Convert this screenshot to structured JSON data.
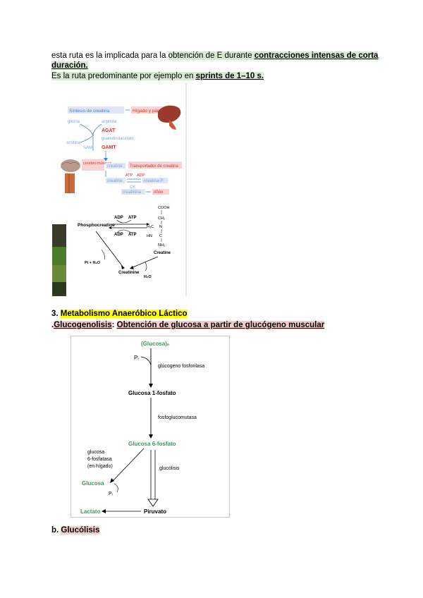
{
  "intro": {
    "line1_a": "esta ruta es la implicada para la ",
    "line1_b": "obtención de E durante ",
    "line1_c": "contracciones intensas de corta",
    "line2": "duración.",
    "line3_a": "Es la ruta predominante por ejemplo en ",
    "line3_b": "sprints de 1–10 s."
  },
  "creatine_figure": {
    "synthesis_title": "Síntesis de creatina",
    "organ_label": "Hígado y páncreas",
    "glicina": "glicina",
    "arginina": "arginina",
    "ornitina": "ornitina",
    "agat": "AGAT",
    "guanidinoacetato": "guanidinoacetato",
    "sam": "SAM",
    "gamt": "GAMT",
    "brain": "cerebro músculo",
    "creatina1": "creatina",
    "transporter": "Transportador de creatina",
    "atp": "ATP",
    "adp": "ADP",
    "creatina2": "creatina",
    "creatina_p": "creatina-P",
    "ck": "CK",
    "creatinina": "creatinina",
    "rinon": "riñón"
  },
  "phospho_figure": {
    "phosphocreatine": "Phosphocreatine",
    "adp_top": "ADP",
    "atp_top": "ATP",
    "adp_bottom": "ADP",
    "atp_bottom": "ATP",
    "cooh": "COOH",
    "ch2": "CH₂",
    "h3c": "H₃C",
    "n": "N",
    "hn": "HN",
    "c": "C",
    "nh2": "NH₂",
    "creatine": "Creatine",
    "pi_h2o": "Pi + H₂O",
    "h2o": "H₂O",
    "creatinine": "Creatinine"
  },
  "section3": {
    "number": "3. ",
    "title": "Metabolismo Anaeróbico Láctico",
    "sub_prefix": ".",
    "sub_title": "Glucogenolisis",
    "sub_colon": ": ",
    "sub_desc": "Obtención de glucosa a partir de glucógeno muscular"
  },
  "glyco_figure": {
    "glucosa_n": "(Glucosa)ₙ",
    "pi_top": "Pᵢ",
    "enzyme1": "glúcogeno fosforilasa",
    "glucosa_1p": "Glucosa 1-fosfato",
    "enzyme2": "fosfoglucomutasa",
    "glucosa_6p": "Glucosa 6-fosfato",
    "g6p_enzyme_1": "glucosa",
    "g6p_enzyme_2": "6-fosfatasa",
    "g6p_enzyme_3": "(en hígado)",
    "glucolisis": "glucólisis",
    "glucosa": "Glucosa",
    "pi_bottom": "Pᵢ",
    "lactato": "Lactato",
    "piruvato": "Piruvato"
  },
  "sectionB": {
    "prefix": "b. ",
    "title": "Glucólisis"
  },
  "colors": {
    "green_highlight": "#d9ead3",
    "yellow_highlight": "#ffff00",
    "pink_highlight": "#f4cccc",
    "diagram_green": "#3a9a5b",
    "diagram_blue": "#4a7fd0",
    "diagram_red": "#d9342b"
  }
}
